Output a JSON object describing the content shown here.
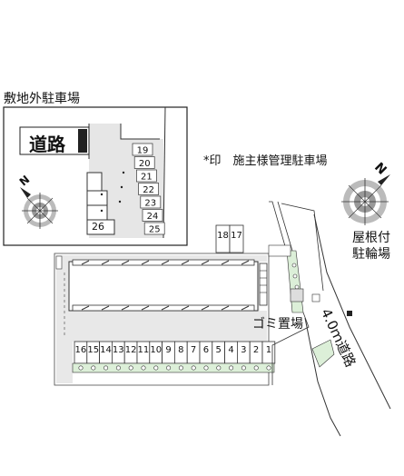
{
  "labels": {
    "offsite_parking": "敷地外駐車場",
    "road": "道路",
    "management_note": "*印　施主様管理駐車場",
    "roofed_bicycle_parking": "屋根付\n駐輪場",
    "garbage_area": "ゴミ置場",
    "road_width": "4.0ｍ道路"
  },
  "inset_slots": [
    "19",
    "20",
    "21",
    "22",
    "23",
    "24",
    "25"
  ],
  "inset_slot_26": "26",
  "top_slots": [
    "18",
    "17"
  ],
  "bottom_slots": [
    "16",
    "15",
    "14",
    "13",
    "12",
    "11",
    "10",
    "9",
    "8",
    "7",
    "6",
    "5",
    "4",
    "3",
    "2",
    "1"
  ],
  "compass_letter": "N"
}
